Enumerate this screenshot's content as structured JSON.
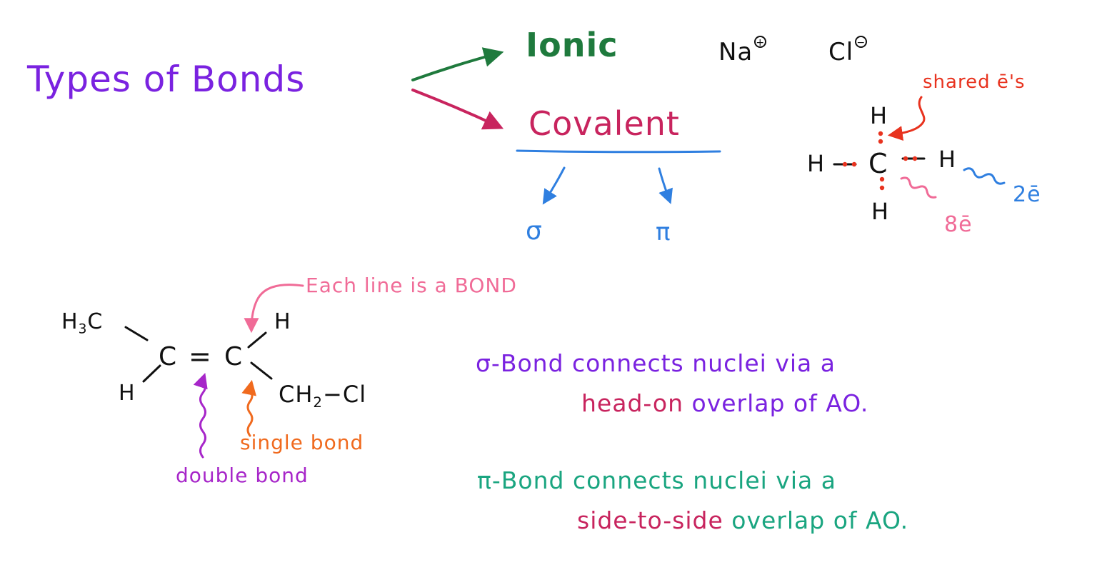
{
  "colors": {
    "purple": "#7a22e0",
    "green": "#1f7a3d",
    "crimson": "#c8245e",
    "blue": "#2f7fe0",
    "red": "#e8331f",
    "pink": "#f06b97",
    "orange": "#f06a1e",
    "violet": "#a726c9",
    "teal": "#1aa580",
    "black": "#111111"
  },
  "title": "Types of Bonds",
  "ionic": {
    "label": "Ionic",
    "cation": "Na",
    "cation_charge": "+",
    "anion": "Cl",
    "anion_charge": "−"
  },
  "covalent": {
    "label": "Covalent",
    "sigma": "σ",
    "pi": "π"
  },
  "methane": {
    "top_h": "H",
    "left_h": "H",
    "center_c": "C",
    "right_h": "H",
    "bottom_h": "H",
    "shared_label": "shared ē's",
    "two_e": "2ē",
    "eight_e": "8ē"
  },
  "molecule": {
    "h3c_h": "H",
    "h3c_sub": "3",
    "h3c_c": "C",
    "left_c": "C",
    "double_bond": "=",
    "right_c": "C",
    "top_h": "H",
    "bottom_h": "H",
    "ch2_ch": "CH",
    "ch2_sub": "2",
    "cl_bond": "−",
    "cl": "Cl",
    "each_line_label": "Each line is a BOND",
    "single_bond_label": "single bond",
    "double_bond_label": "double bond"
  },
  "sigma_def": {
    "line1": "σ-Bond connects nuclei via a",
    "line2a": "head-on",
    "line2b": "overlap of AO."
  },
  "pi_def": {
    "line1": "π-Bond connects nuclei via a",
    "line2a": "side-to-side",
    "line2b": "overlap of AO."
  }
}
